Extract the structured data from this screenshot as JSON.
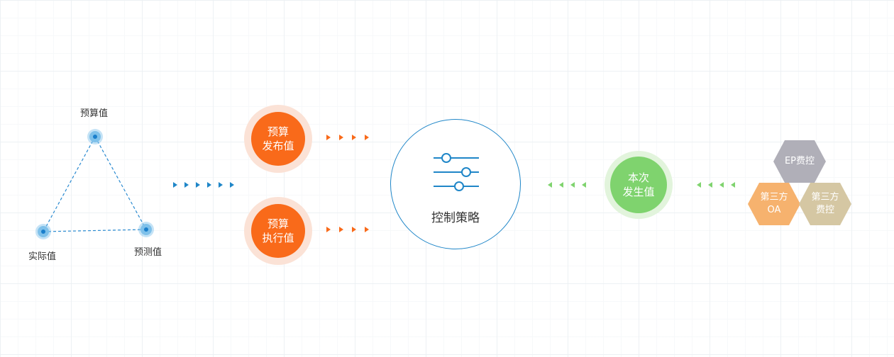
{
  "triangle": {
    "top_label": "预算值",
    "left_label": "实际值",
    "right_label": "预测值"
  },
  "budget_release": {
    "line1": "预算",
    "line2": "发布值"
  },
  "budget_execution": {
    "line1": "预算",
    "line2": "执行值"
  },
  "control": {
    "label": "控制策略",
    "icon": "sliders-icon"
  },
  "current_occurrence": {
    "line1": "本次",
    "line2": "发生值"
  },
  "sources": {
    "ep": {
      "line1": "EP费控"
    },
    "third_oa": {
      "line1": "第三方",
      "line2": "OA"
    },
    "third_fee": {
      "line1": "第三方",
      "line2": "费控"
    }
  },
  "colors": {
    "blue": "#1f86c8",
    "orange": "#f96a1a",
    "green": "#7fd36e",
    "hex_grey": "#b0afb8",
    "hex_orange": "#f6b26e",
    "hex_tan": "#d5c7a3"
  }
}
